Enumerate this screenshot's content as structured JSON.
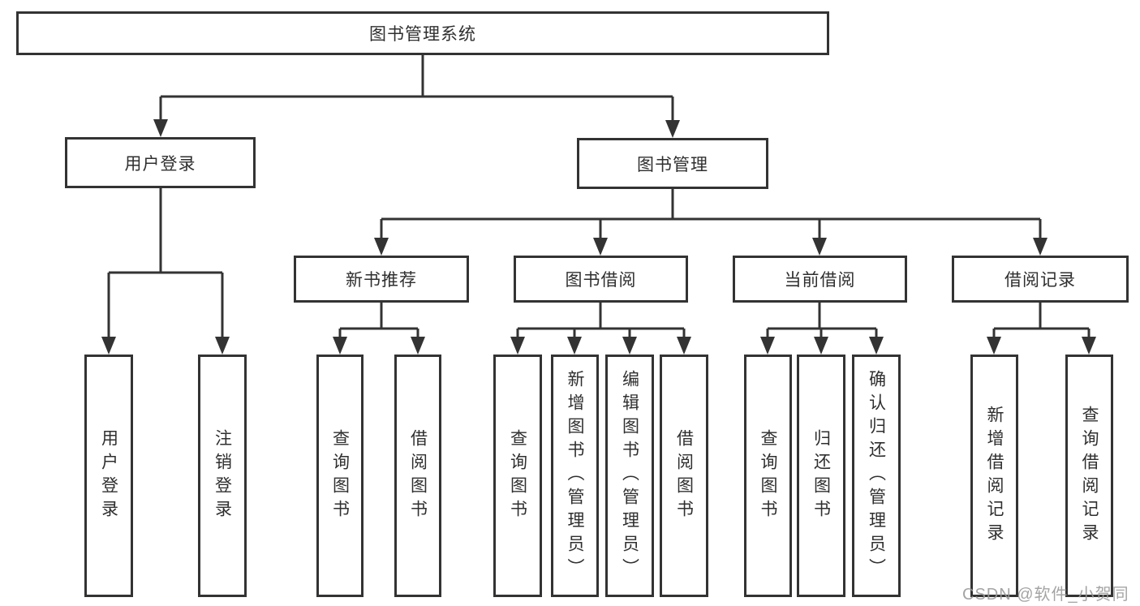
{
  "colors": {
    "line": "#333333",
    "text": "#2f2f2f",
    "watermark": "#9a9a9a",
    "background": "#ffffff"
  },
  "tree": {
    "root": {
      "label": "图书管理系统",
      "children": [
        {
          "label": "用户登录",
          "children": [
            {
              "label": "用户登录"
            },
            {
              "label": "注销登录"
            }
          ]
        },
        {
          "label": "图书管理",
          "children": [
            {
              "label": "新书推荐",
              "children": [
                {
                  "label": "查询图书"
                },
                {
                  "label": "借阅图书"
                }
              ]
            },
            {
              "label": "图书借阅",
              "children": [
                {
                  "label": "查询图书"
                },
                {
                  "label": "新增图书（管理员）"
                },
                {
                  "label": "编辑图书（管理员）"
                },
                {
                  "label": "借阅图书"
                }
              ]
            },
            {
              "label": "当前借阅",
              "children": [
                {
                  "label": "查询图书"
                },
                {
                  "label": "归还图书"
                },
                {
                  "label": "确认归还（管理员）"
                }
              ]
            },
            {
              "label": "借阅记录",
              "children": [
                {
                  "label": "新增借阅记录"
                },
                {
                  "label": "查询借阅记录"
                }
              ]
            }
          ]
        }
      ]
    }
  },
  "watermark": "CSDN @软件_小贺同学"
}
